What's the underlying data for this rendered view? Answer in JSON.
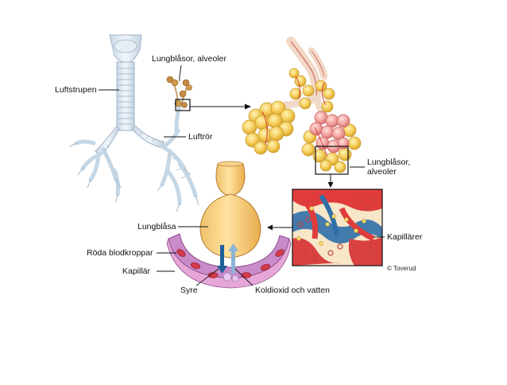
{
  "labels": {
    "luftstrupen": "Luftstrupen",
    "lungblasor_top": "Lungblåsor, alveoler",
    "luftror": "Luftrör",
    "lungblasor_right_line1": "Lungblåsor,",
    "lungblasor_right_line2": "alveoler",
    "lungblasa": "Lungblåsa",
    "roda_blodkroppar": "Röda blodkroppar",
    "kapillar": "Kapillär",
    "syre": "Syre",
    "koldioxid": "Koldioxid och vatten",
    "kapillarer": "Kapillärer"
  },
  "copyright": "© Toverud",
  "colors": {
    "background": "#ffffff",
    "trachea": "#dfe9f1",
    "alveoli": "#f4cc57",
    "alveoli_pink": "#f2a3a0",
    "capillary_red": "#d93b3b",
    "capillary_blue": "#2e6fa8",
    "blood_vessel": "#c98bc9",
    "oxygen_arrow": "#1f5f99",
    "co2_arrow": "#8ab3d6"
  }
}
